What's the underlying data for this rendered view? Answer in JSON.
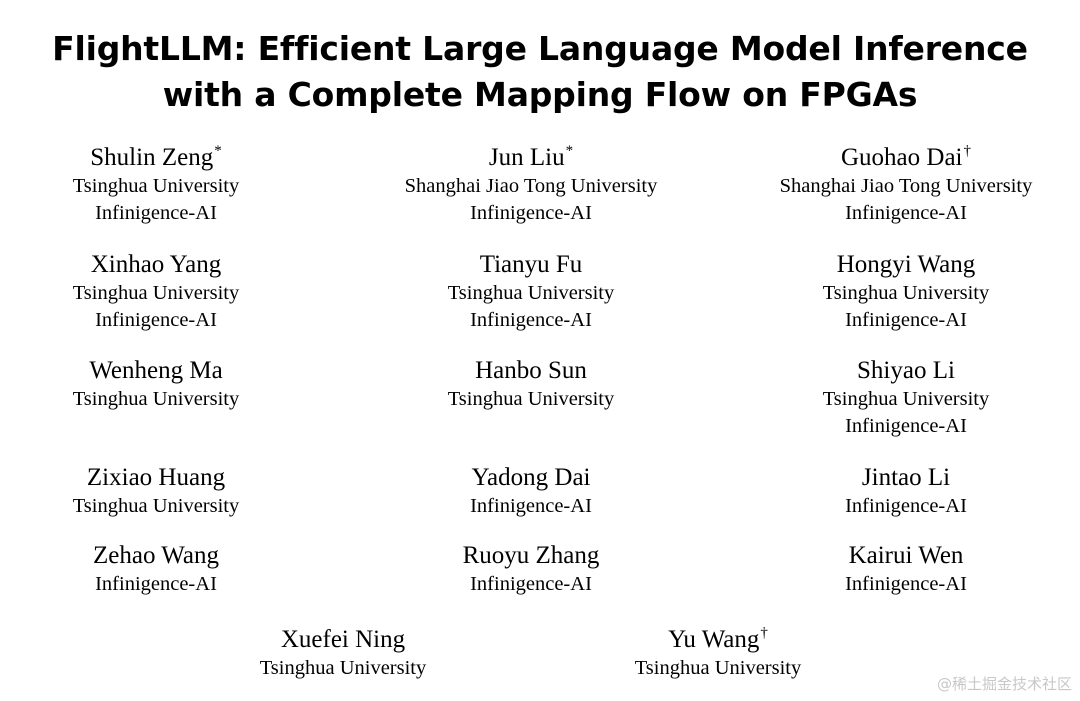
{
  "title": {
    "line1": "FlightLLM: Efficient Large Language Model Inference",
    "line2": "with a Complete Mapping Flow on FPGAs"
  },
  "authors": [
    {
      "name": "Shulin Zeng",
      "mark": "*",
      "affiliations": [
        "Tsinghua University",
        "Infinigence-AI"
      ]
    },
    {
      "name": "Jun Liu",
      "mark": "*",
      "affiliations": [
        "Shanghai Jiao Tong University",
        "Infinigence-AI"
      ]
    },
    {
      "name": "Guohao Dai",
      "mark": "†",
      "affiliations": [
        "Shanghai Jiao Tong University",
        "Infinigence-AI"
      ]
    },
    {
      "name": "Xinhao Yang",
      "mark": "",
      "affiliations": [
        "Tsinghua University",
        "Infinigence-AI"
      ]
    },
    {
      "name": "Tianyu Fu",
      "mark": "",
      "affiliations": [
        "Tsinghua University",
        "Infinigence-AI"
      ]
    },
    {
      "name": "Hongyi Wang",
      "mark": "",
      "affiliations": [
        "Tsinghua University",
        "Infinigence-AI"
      ]
    },
    {
      "name": "Wenheng Ma",
      "mark": "",
      "affiliations": [
        "Tsinghua University"
      ]
    },
    {
      "name": "Hanbo Sun",
      "mark": "",
      "affiliations": [
        "Tsinghua University"
      ]
    },
    {
      "name": "Shiyao Li",
      "mark": "",
      "affiliations": [
        "Tsinghua University",
        "Infinigence-AI"
      ]
    },
    {
      "name": "Zixiao Huang",
      "mark": "",
      "affiliations": [
        "Tsinghua University"
      ]
    },
    {
      "name": "Yadong Dai",
      "mark": "",
      "affiliations": [
        "Infinigence-AI"
      ]
    },
    {
      "name": "Jintao Li",
      "mark": "",
      "affiliations": [
        "Infinigence-AI"
      ]
    },
    {
      "name": "Zehao Wang",
      "mark": "",
      "affiliations": [
        "Infinigence-AI"
      ]
    },
    {
      "name": "Ruoyu Zhang",
      "mark": "",
      "affiliations": [
        "Infinigence-AI"
      ]
    },
    {
      "name": "Kairui Wen",
      "mark": "",
      "affiliations": [
        "Infinigence-AI"
      ]
    },
    {
      "name": "Xuefei Ning",
      "mark": "",
      "affiliations": [
        "Tsinghua University"
      ]
    },
    {
      "name": "Yu Wang",
      "mark": "†",
      "affiliations": [
        "Tsinghua University"
      ]
    }
  ],
  "watermark": "@稀土掘金技术社区"
}
